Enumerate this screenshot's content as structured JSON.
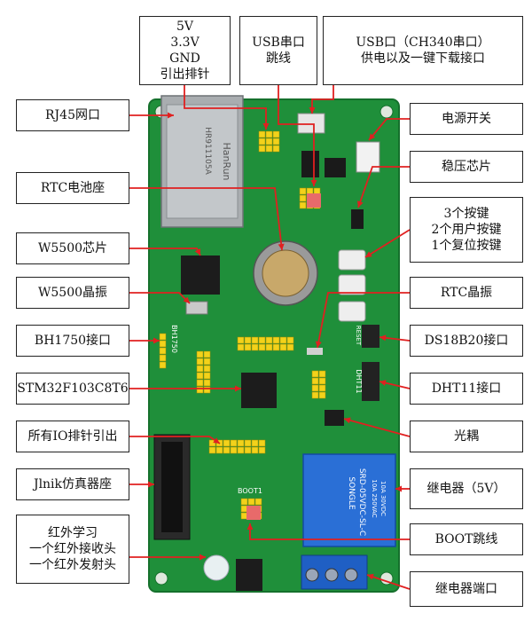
{
  "diagram": {
    "board": {
      "colors": {
        "pcb": "#1f8f3a",
        "pcb_dark": "#15702c",
        "header_yellow": "#f2d21b",
        "relay_blue": "#2a6fd6",
        "terminal_blue": "#1f5fc4",
        "red_line": "#e02020"
      },
      "silkscreen": {
        "ethernet_text": "HR911105A",
        "ethernet_brand": "HanRun",
        "boot_text": "BOOT1",
        "relay_line1": "SONGLE",
        "relay_line2": "SRD-05VDC-SL-C",
        "relay_rating1": "10A 250VAC",
        "relay_rating2": "10A 30VDC",
        "bh1750_text": "BH1750",
        "dht11_text": "DHT11",
        "reset_text": "RESET"
      }
    },
    "callouts": [
      {
        "id": "header-5v",
        "lines": [
          "5V",
          "3.3V",
          "GND",
          "引出排针"
        ]
      },
      {
        "id": "usb-serial-jumper",
        "lines": [
          "USB串口",
          "跳线"
        ]
      },
      {
        "id": "usb-port",
        "lines": [
          "USB口（CH340串口）",
          "供电以及一键下载接口"
        ]
      },
      {
        "id": "rj45",
        "lines": [
          "RJ45网口"
        ]
      },
      {
        "id": "power-switch",
        "lines": [
          "电源开关"
        ]
      },
      {
        "id": "rtc-battery",
        "lines": [
          "RTC电池座"
        ]
      },
      {
        "id": "regulator",
        "lines": [
          "稳压芯片"
        ]
      },
      {
        "id": "buttons",
        "lines": [
          "3个按键",
          "2个用户按键",
          "1个复位按键"
        ]
      },
      {
        "id": "w5500-chip",
        "lines": [
          "W5500芯片"
        ]
      },
      {
        "id": "w5500-crystal",
        "lines": [
          "W5500晶振"
        ]
      },
      {
        "id": "rtc-crystal",
        "lines": [
          "RTC晶振"
        ]
      },
      {
        "id": "bh1750",
        "lines": [
          "BH1750接口"
        ]
      },
      {
        "id": "ds18b20",
        "lines": [
          "DS18B20接口"
        ]
      },
      {
        "id": "stm32",
        "lines": [
          "STM32F103C8T6"
        ]
      },
      {
        "id": "dht11",
        "lines": [
          "DHT11接口"
        ]
      },
      {
        "id": "io-headers",
        "lines": [
          "所有IO排针引出"
        ]
      },
      {
        "id": "optocoupler",
        "lines": [
          "光耦"
        ]
      },
      {
        "id": "jlink",
        "lines": [
          "Jlnik仿真器座"
        ]
      },
      {
        "id": "relay",
        "lines": [
          "继电器（5V）"
        ]
      },
      {
        "id": "infrared",
        "lines": [
          "红外学习",
          "一个红外接收头",
          "一个红外发射头"
        ]
      },
      {
        "id": "boot-jumper",
        "lines": [
          "BOOT跳线"
        ]
      },
      {
        "id": "relay-terminal",
        "lines": [
          "继电器端口"
        ]
      }
    ]
  }
}
